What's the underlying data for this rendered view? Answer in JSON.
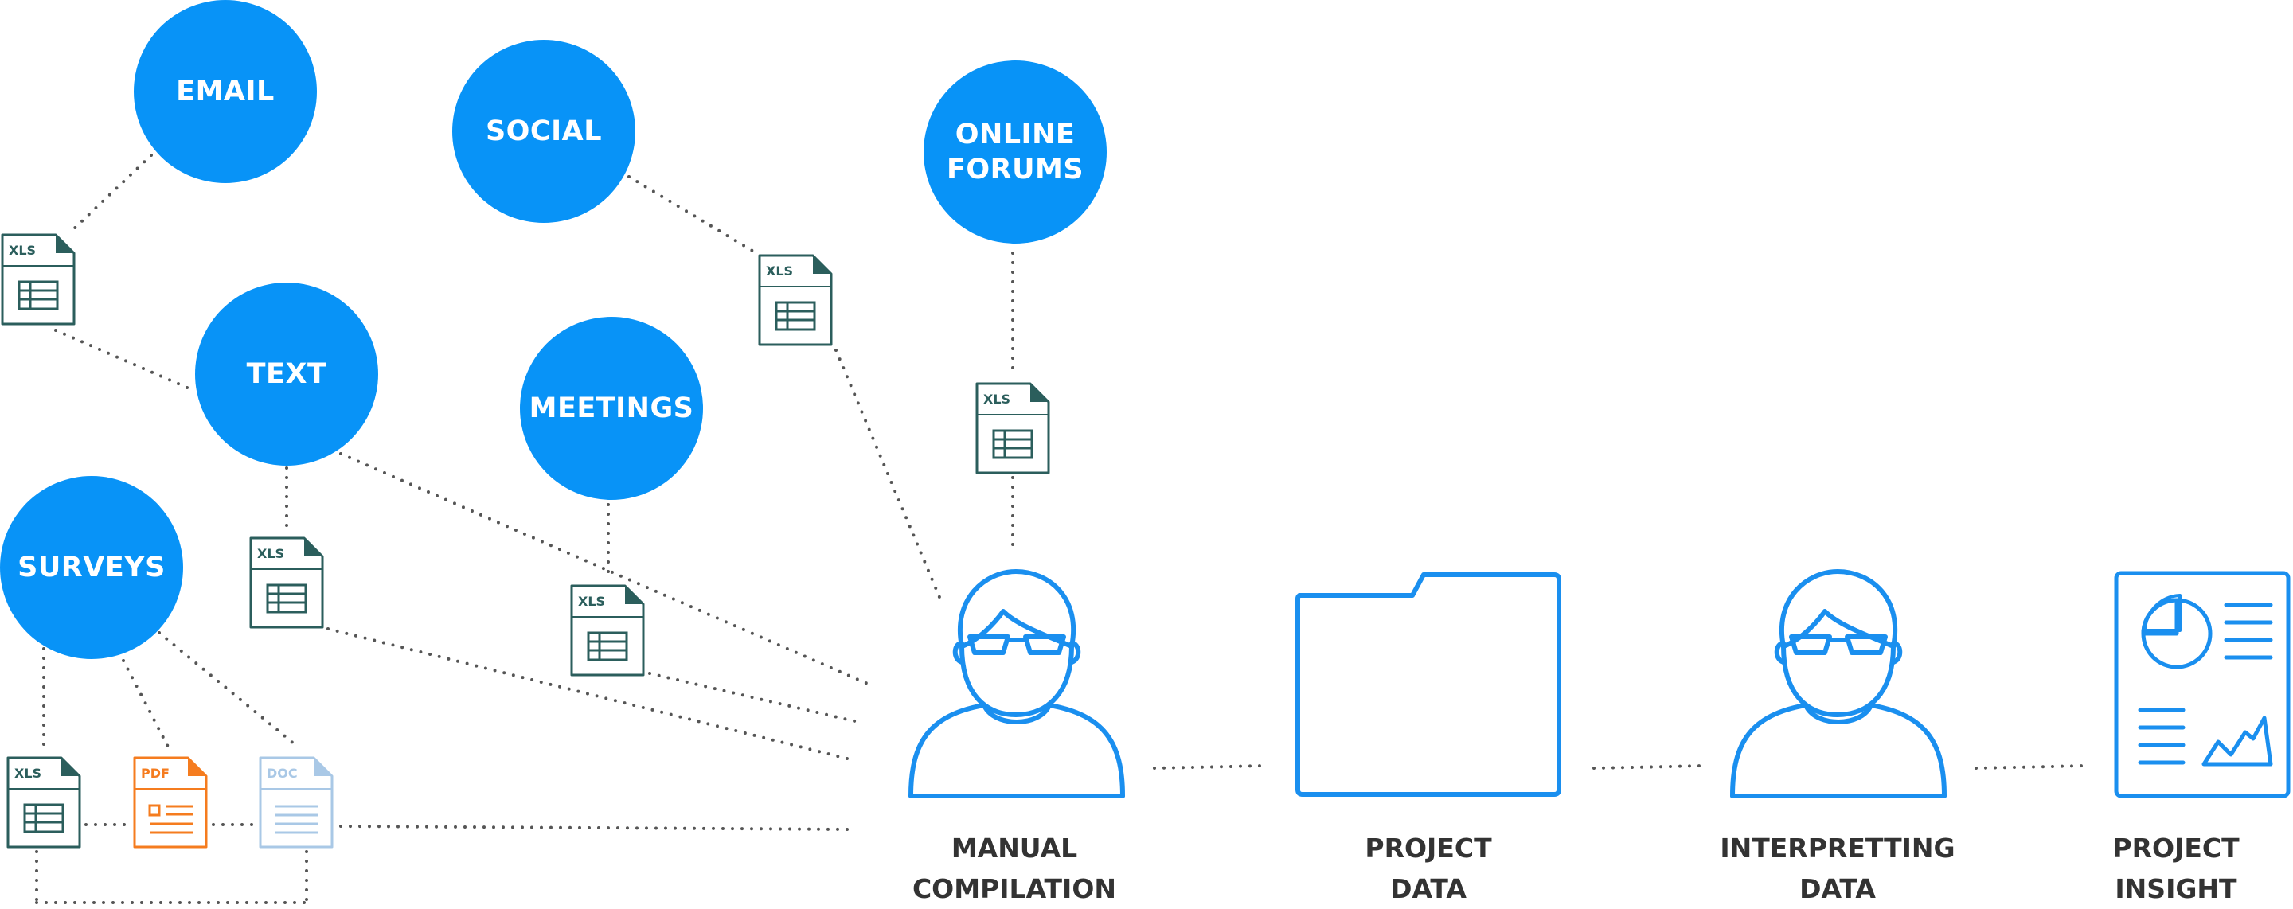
{
  "colors": {
    "node_blue": "#0893f7",
    "xls_teal": "#2b5e5c",
    "pdf_orange": "#f57c1f",
    "doc_light_blue": "#a9c8e6",
    "stage_blue": "#1a8fef",
    "label_dark": "#333333",
    "dotted_line": "#555555"
  },
  "sources": {
    "email": "EMAIL",
    "social": "SOCIAL",
    "online_forums": "ONLINE\nFORUMS",
    "text": "TEXT",
    "meetings": "MEETINGS",
    "surveys": "SURVEYS"
  },
  "files": {
    "xls": "XLS",
    "pdf": "PDF",
    "doc": "DOC"
  },
  "stages": {
    "manual_compilation": "MANUAL\nCOMPILATION",
    "project_data": "PROJECT\nDATA",
    "interpretting_data": "INTERPRETTING\nDATA",
    "project_insight": "PROJECT\nINSIGHT"
  },
  "icons": {
    "person": "person-with-glasses-icon",
    "folder": "folder-icon",
    "report": "report-chart-icon",
    "spreadsheet": "spreadsheet-file-icon",
    "pdf": "pdf-file-icon",
    "doc": "doc-file-icon"
  }
}
